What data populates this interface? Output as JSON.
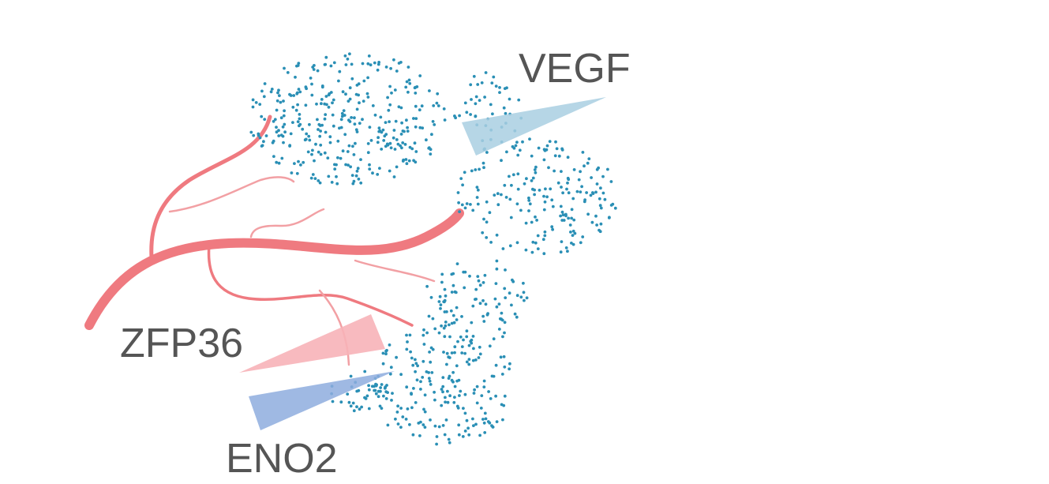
{
  "labels": {
    "vegf": "VEGF",
    "zfp36": "ZFP36",
    "eno2": "ENO2"
  },
  "colors": {
    "vessel": "#ef7a80",
    "vessel_thin": "#f2a0a4",
    "dots": "#2a8fb5",
    "vegf_wedge": "#a9cfe2",
    "zfp36_wedge": "#f7b3b8",
    "eno2_wedge": "#8eadde",
    "label_text": "#555555"
  }
}
